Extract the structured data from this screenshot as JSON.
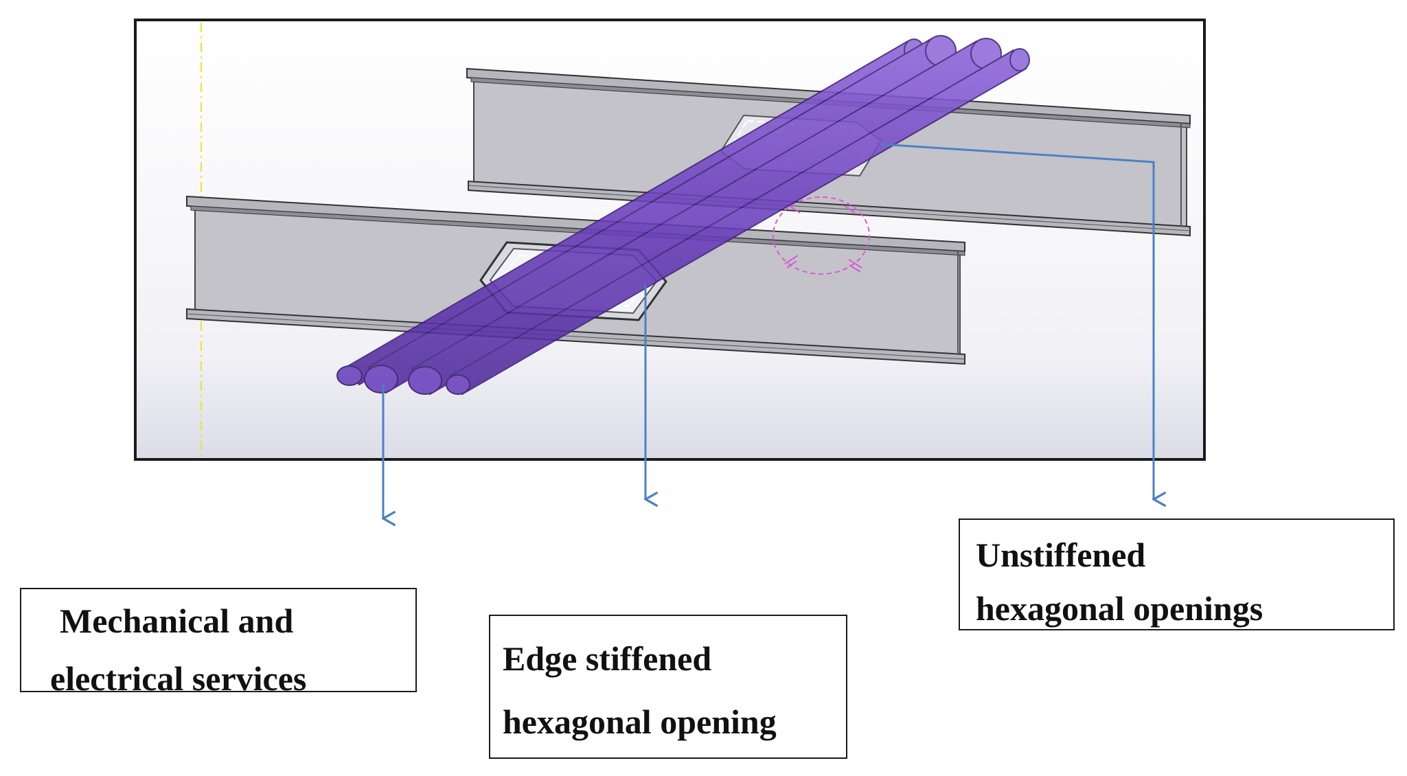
{
  "labels": {
    "services": [
      "Mechanical and",
      "electrical services"
    ],
    "edge_stiffened": [
      "Edge stiffened",
      "hexagonal opening"
    ],
    "unstiffened": [
      "Unstiffened",
      "hexagonal openings"
    ]
  },
  "colors": {
    "frame_border": "#1a1a1a",
    "background_top": "#ffffff",
    "background_bottom": "#dcdce8",
    "beam_web": "#c3c3c9",
    "beam_flange": "#b6b6bd",
    "pipe_fill": "#6a3fbd",
    "arrow": "#4a82c4",
    "guide_line": "#e6e62a",
    "dimension_circle": "#d85ad8"
  }
}
